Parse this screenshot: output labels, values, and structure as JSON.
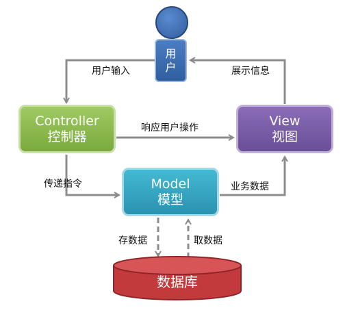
{
  "user": {
    "label_line1": "用",
    "label_line2": "户"
  },
  "controller": {
    "title_en": "Controller",
    "title_zh": "控制器"
  },
  "view": {
    "title_en": "View",
    "title_zh": "视图"
  },
  "model": {
    "title_en": "Model",
    "title_zh": "模型"
  },
  "database": {
    "label": "数据库"
  },
  "edges": {
    "user_input": "用户输入",
    "show_info": "展示信息",
    "respond_user": "响应用户操作",
    "pass_command": "传递指令",
    "business_data": "业务数据",
    "store_data": "存数据",
    "fetch_data": "取数据"
  },
  "colors": {
    "controller": "#8bbb4f",
    "view": "#7a5ea8",
    "model": "#33a6c4",
    "user": "#3a6db1",
    "database": "#c0393b",
    "arrow": "#8c8c8c"
  }
}
